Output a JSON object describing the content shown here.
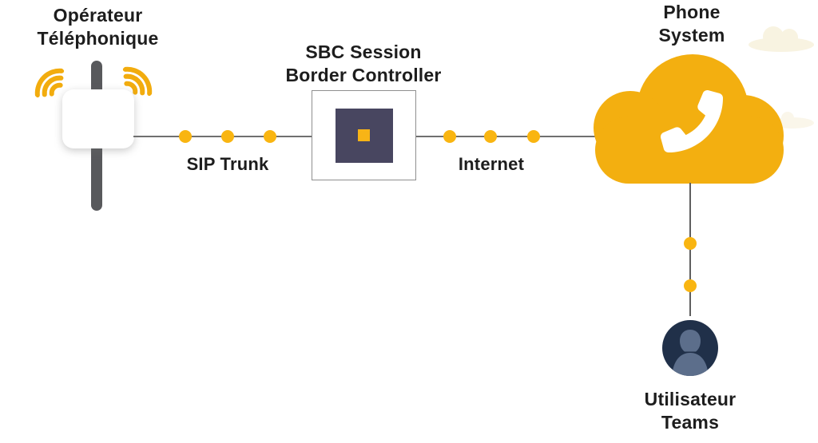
{
  "diagram_title": "SIP Trunk / Teams telephony architecture",
  "colors": {
    "accent_yellow": "#F5B112",
    "dot_yellow": "#F9B511",
    "sbc_dark_navy": "#484660",
    "sbc_core_yellow": "#F8B416",
    "avatar_background": "#203049",
    "avatar_person": "#5C6E8B",
    "pole_gray": "#58595C",
    "connector_gray": "#6f6f6f",
    "text_dark": "#1d1d1d",
    "background_cloud_cream": "#F6EFD7"
  },
  "nodes": {
    "operator": {
      "line1": "Opérateur",
      "line2": "Téléphonique"
    },
    "sbc": {
      "line1": "SBC Session",
      "line2": "Border Controller"
    },
    "phone_system": {
      "line1": "Phone",
      "line2": "System"
    },
    "teams_user": {
      "line1": "Utilisateur",
      "line2": "Teams"
    }
  },
  "links": {
    "sip_trunk": {
      "label": "SIP Trunk"
    },
    "internet": {
      "label": "Internet"
    }
  },
  "icons": {
    "operator": "antenna-mast-icon with wifi-signal waves",
    "sbc": "sbc-device-icon (dark square with yellow core)",
    "phone_system": "cloud-icon with phone-handset-icon",
    "teams_user": "user-avatar-icon",
    "decoration": "background-cloud-icon"
  }
}
